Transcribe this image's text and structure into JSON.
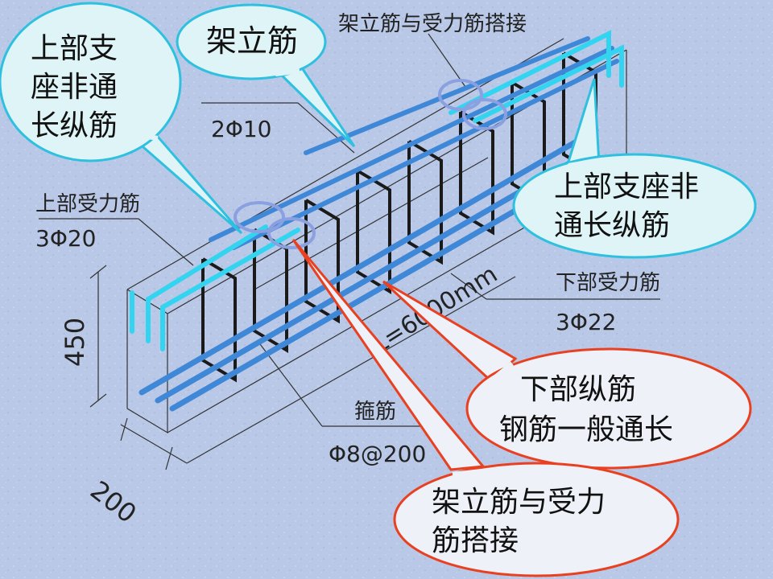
{
  "dimensions": {
    "height": "450",
    "width": "200",
    "length": "L=6000mm"
  },
  "cad_labels": {
    "top_bars_name": "上部受力筋",
    "top_bars_spec": "3Φ20",
    "erection_bars_spec": "2Φ10",
    "lap_splice_top": "架立筋与受力筋搭接",
    "bottom_bars_name": "下部受力筋",
    "bottom_bars_spec": "3Φ22",
    "stirrup_name": "箍筋",
    "stirrup_spec": "Φ8@200"
  },
  "callouts": {
    "left_support_bar": [
      "上部支",
      "座非通",
      "长纵筋"
    ],
    "erection_bar": [
      "架立筋"
    ],
    "right_support_bar": [
      "上部支座非",
      "通长纵筋"
    ],
    "bottom_longitudinal": [
      "下部纵筋",
      "钢筋一般通长"
    ],
    "lap_splice": [
      "架立筋与受力",
      "筋搭接"
    ]
  },
  "colors": {
    "background": "#b8c8e6",
    "rebar_main": "#3f88d8",
    "rebar_support": "#33d4f0",
    "stirrup": "#1a1a1a",
    "callout_cyan_fill": "#dff4f6",
    "callout_cyan_stroke": "#2fc0e0",
    "callout_red_fill": "#eef2f8",
    "callout_red_stroke": "#e84020",
    "cad_line": "#333333"
  }
}
